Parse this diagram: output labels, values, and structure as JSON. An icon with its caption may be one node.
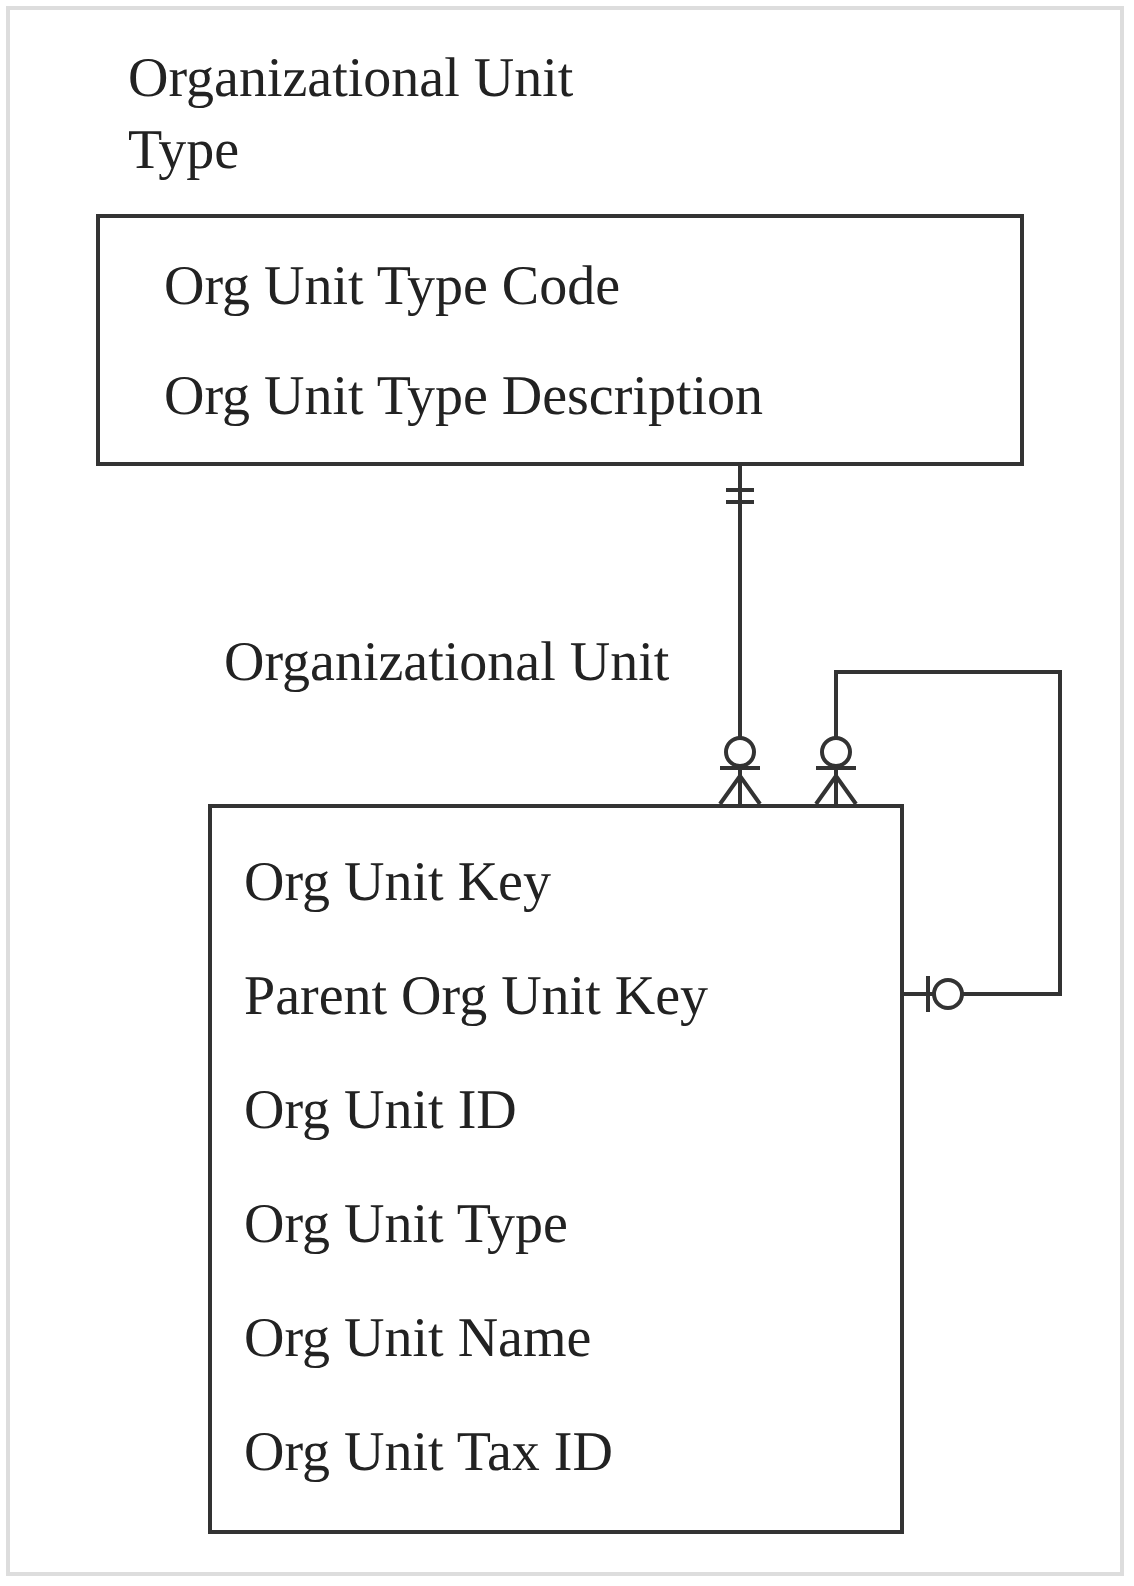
{
  "diagram": {
    "nodes": [
      {
        "text": [
          "Organizational Unit Type",
          "Org Unit Type Code",
          "Org Unit Type Description"
        ]
      },
      {
        "text": [
          "Organizational Unit",
          "Org Unit Key",
          "Parent Org Unit Key",
          "Org Unit ID",
          "Org Unit Type",
          "Org Unit Name",
          "Org Unit Tax ID"
        ]
      }
    ],
    "edges": [
      {
        "from": 0,
        "to": 1,
        "arrow": "other"
      },
      {
        "from": 1,
        "to": 1,
        "arrow": "other"
      }
    ]
  }
}
